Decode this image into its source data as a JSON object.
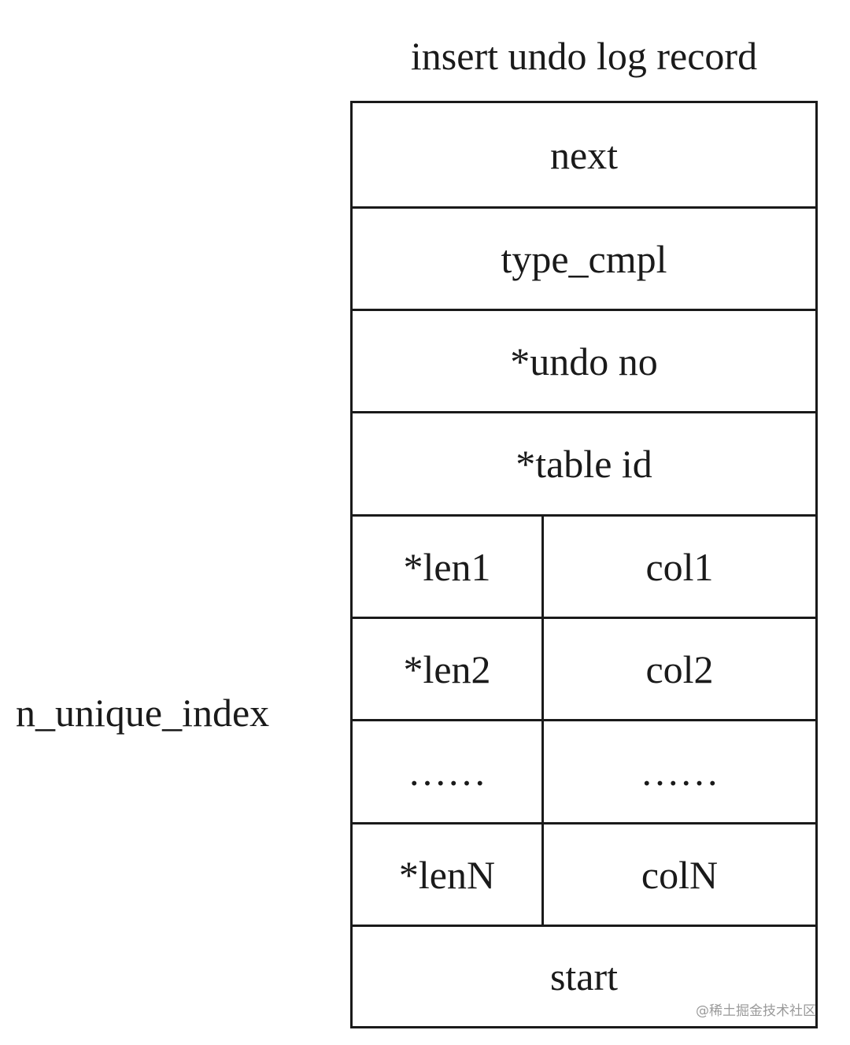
{
  "title": "insert undo log record",
  "side_label": "n_unique_index",
  "rows": [
    {
      "label": "next"
    },
    {
      "label": "type_cmpl"
    },
    {
      "label": "*undo no"
    },
    {
      "label": "*table id"
    }
  ],
  "column_rows": [
    {
      "len": "*len1",
      "col": "col1"
    },
    {
      "len": "*len2",
      "col": "col2"
    },
    {
      "len": "……",
      "col": "……"
    },
    {
      "len": "*lenN",
      "col": "colN"
    }
  ],
  "footer_row": {
    "label": "start"
  },
  "watermark": "@稀土掘金技术社区"
}
